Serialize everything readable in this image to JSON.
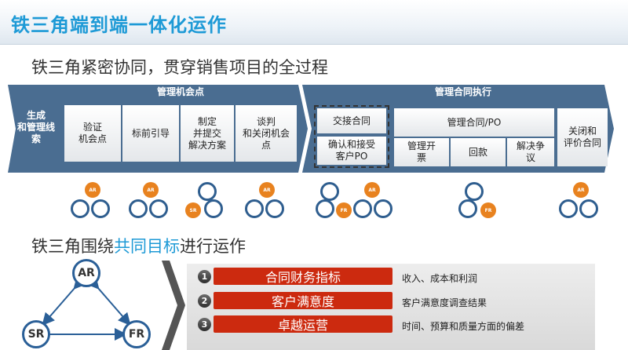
{
  "header": {
    "title": "铁三角端到端一体化运作"
  },
  "process": {
    "heading": "铁三角紧密协同，贯穿销售项目的全过程",
    "left_label": "生成\n和管理线索",
    "phase1": {
      "label": "管理机会点",
      "steps": [
        "验证\n机会点",
        "标前引导",
        "制定\n并提交\n解决方案",
        "谈判\n和关闭机会\n点"
      ]
    },
    "phase2": {
      "label": "管理合同执行",
      "handover": "交接合同",
      "confirm": "确认和接受\n客户PO",
      "manage_po": "管理合同/PO",
      "sub_steps": [
        "管理开\n票",
        "回款",
        "解决争\n议"
      ],
      "close": "关闭和\n评价合同"
    },
    "node_labels": {
      "ar": "AR",
      "fr": "FR",
      "sr": "SR"
    }
  },
  "goals": {
    "heading_pre": "铁三角围绕",
    "heading_hl": "共同目标",
    "heading_post": "进行运作",
    "triangle": {
      "ar": "AR",
      "sr": "SR",
      "fr": "FR"
    },
    "items": [
      {
        "num": "1",
        "label": "合同财务指标",
        "desc": "收入、成本和利润"
      },
      {
        "num": "2",
        "label": "客户满意度",
        "desc": "客户满意度调查结果"
      },
      {
        "num": "3",
        "label": "卓越运营",
        "desc": "时间、预算和质量方面的偏差"
      }
    ]
  },
  "colors": {
    "accent": "#1e9ad6",
    "band": "#4a6d91",
    "red": "#cc2a0f",
    "orange": "#e8821f"
  }
}
